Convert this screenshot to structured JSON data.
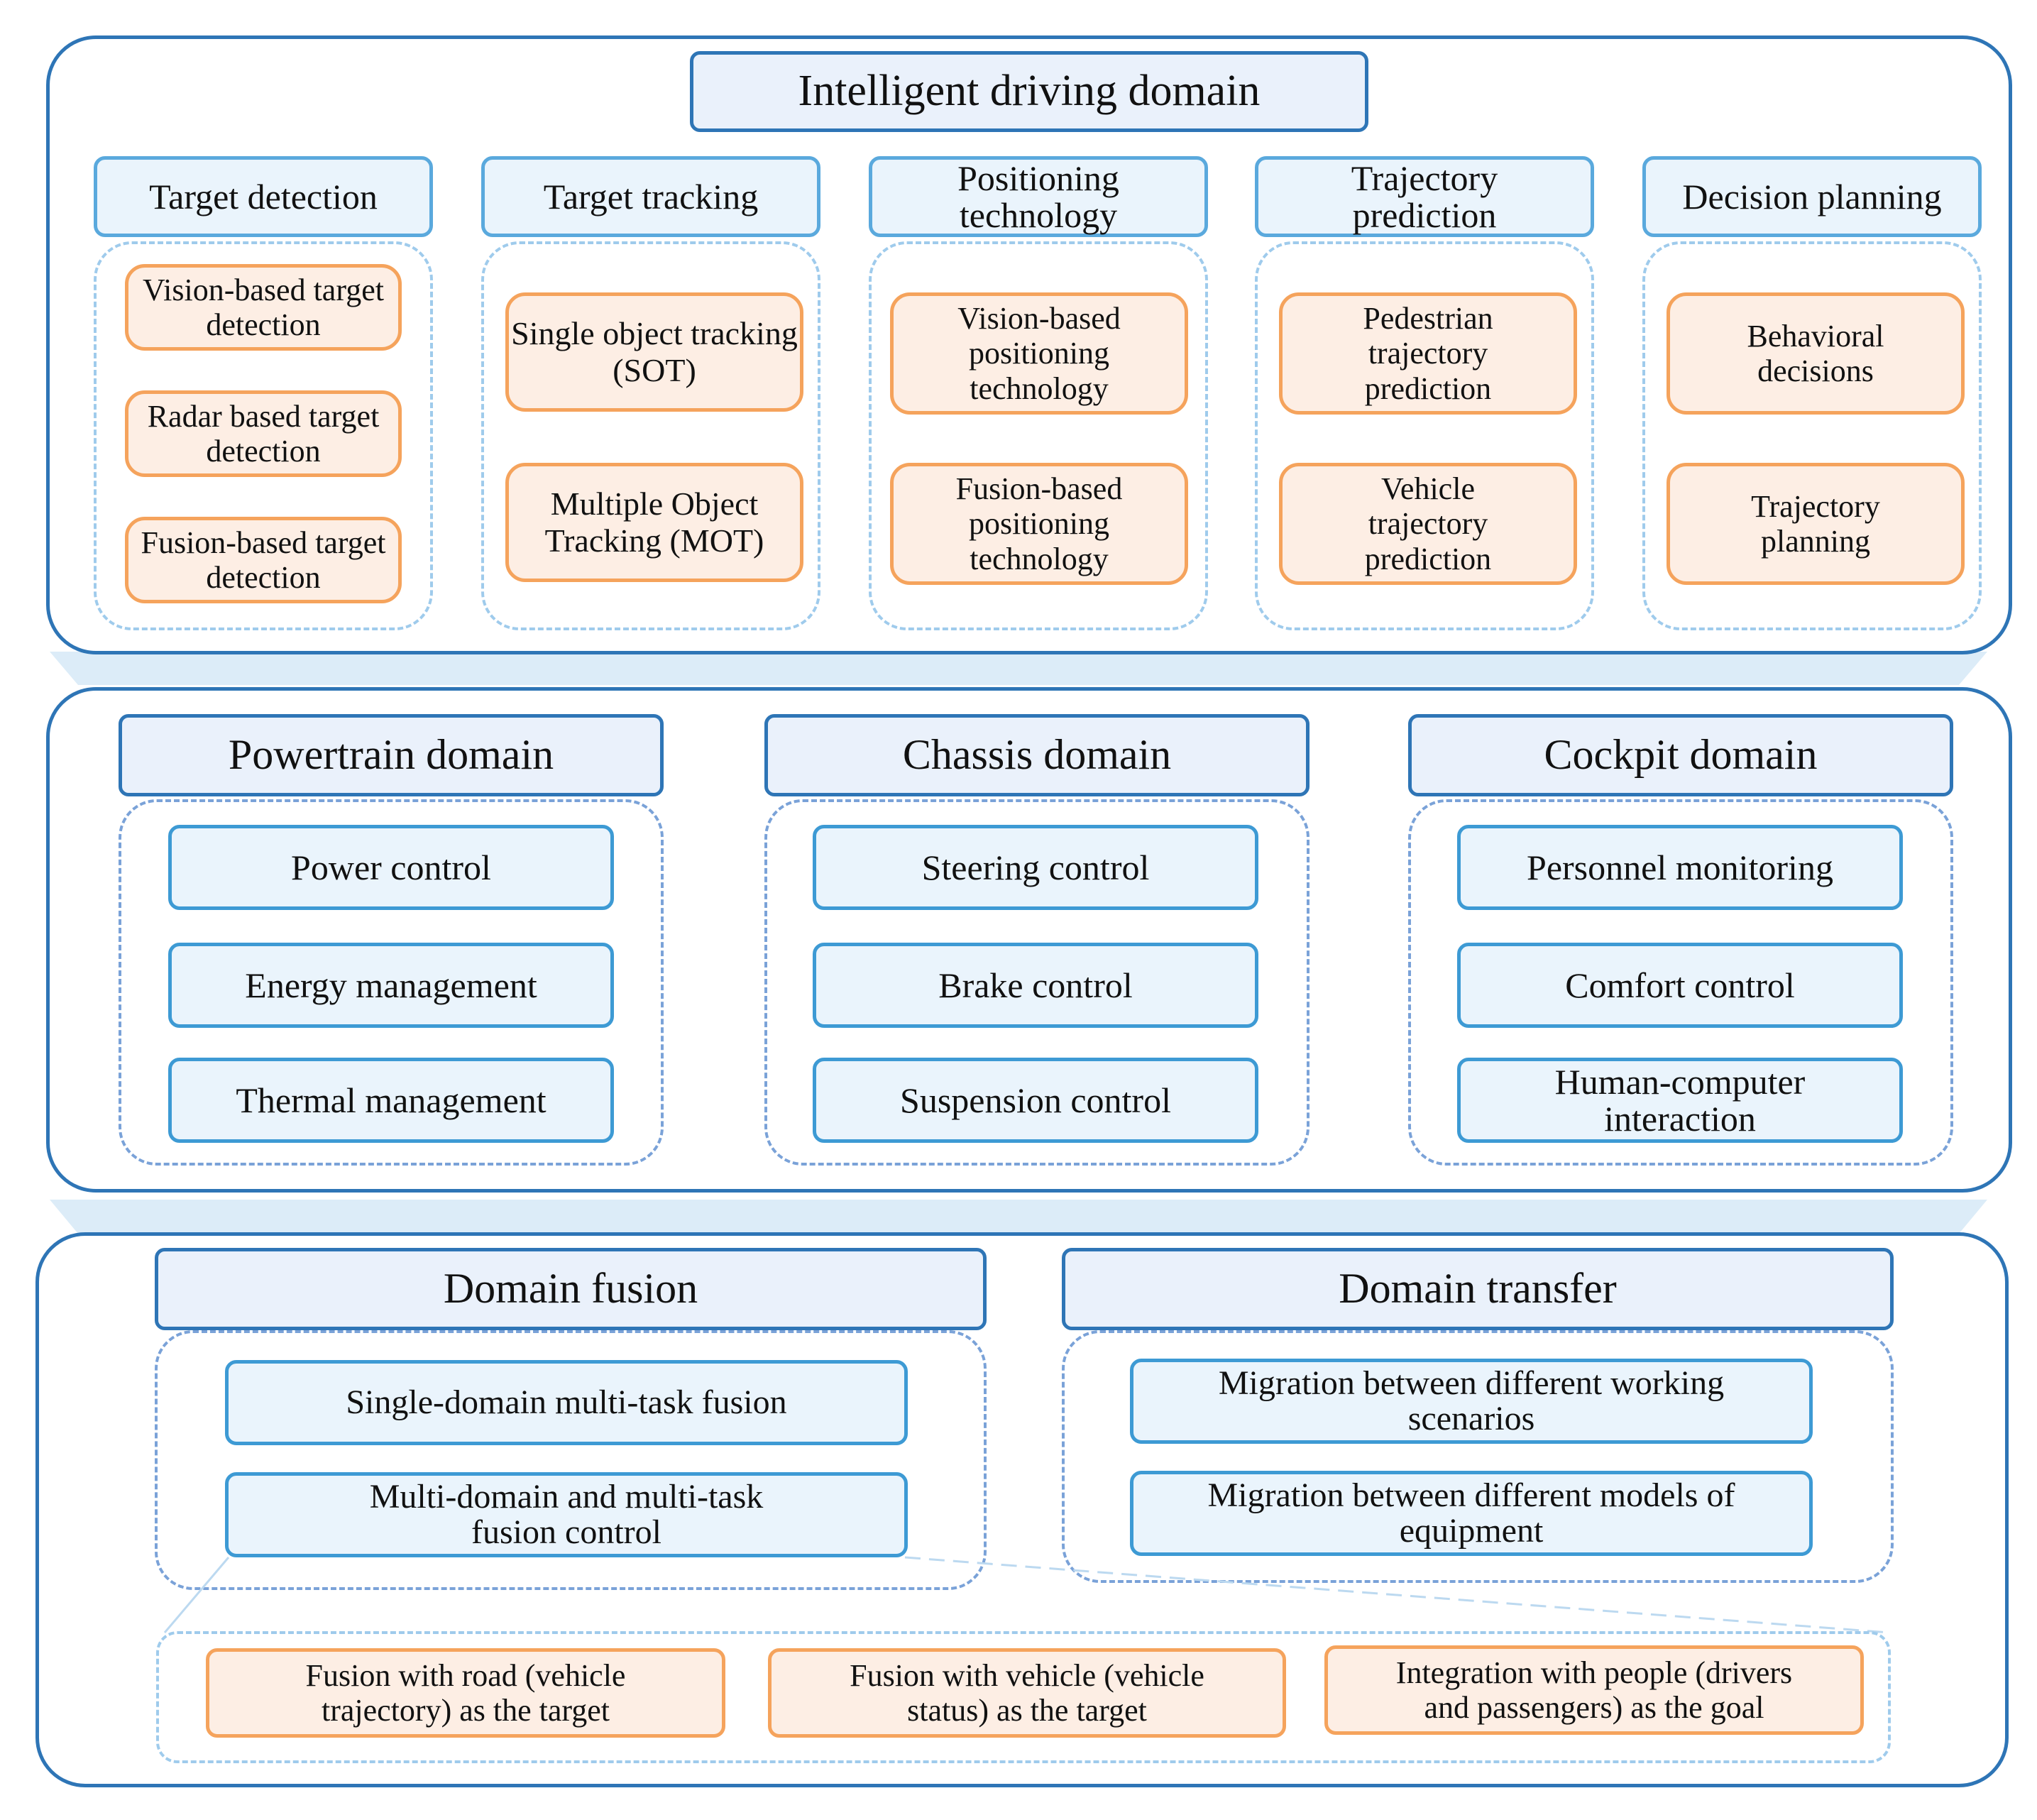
{
  "colors": {
    "section_border": "#2e75b6",
    "title_fill": "#eaf1fb",
    "category_border": "#5aa9dd",
    "orange_border": "#f5a35c",
    "orange_fill": "#fdeee4",
    "blue_item_border": "#3d9ad4",
    "blue_item_fill": "#eaf4fc",
    "connector": "#dcecf8"
  },
  "intelligent_driving": {
    "title": "Intelligent  driving  domain",
    "columns": [
      {
        "heading": "Target detection",
        "items": [
          "Vision-based target detection",
          "Radar based target detection",
          "Fusion-based target detection"
        ]
      },
      {
        "heading": "Target tracking",
        "items": [
          "Single  object tracking (SOT)",
          "Multiple  Object Tracking (MOT)"
        ]
      },
      {
        "heading": "Positioning technology",
        "items": [
          "Vision-based positioning technology",
          "Fusion-based positioning technology"
        ]
      },
      {
        "heading": "Trajectory prediction",
        "items": [
          "Pedestrian trajectory prediction",
          "Vehicle trajectory prediction"
        ]
      },
      {
        "heading": "Decision planning",
        "items": [
          "Behavioral decisions",
          "Trajectory planning"
        ]
      }
    ]
  },
  "vehicle_domains": [
    {
      "title": "Powertrain domain",
      "items": [
        "Power control",
        "Energy  management",
        "Thermal management"
      ]
    },
    {
      "title": "Chassis domain",
      "items": [
        "Steering control",
        "Brake control",
        "Suspension control"
      ]
    },
    {
      "title": "Cockpit domain",
      "items": [
        "Personnel monitoring",
        "Comfort control",
        "Human-computer interaction"
      ]
    }
  ],
  "domain_fusion": {
    "title": "Domain fusion",
    "items": [
      "Single-domain multi-task fusion",
      "Multi-domain and multi-task fusion control"
    ]
  },
  "domain_transfer": {
    "title": "Domain transfer",
    "items": [
      "Migration between different working scenarios",
      "Migration between different models of equipment"
    ]
  },
  "fusion_targets": [
    "Fusion with road (vehicle trajectory)  as the target",
    "Fusion with vehicle  (vehicle status)  as the target",
    "Integration  with  people (drivers and passengers) as the goal"
  ]
}
